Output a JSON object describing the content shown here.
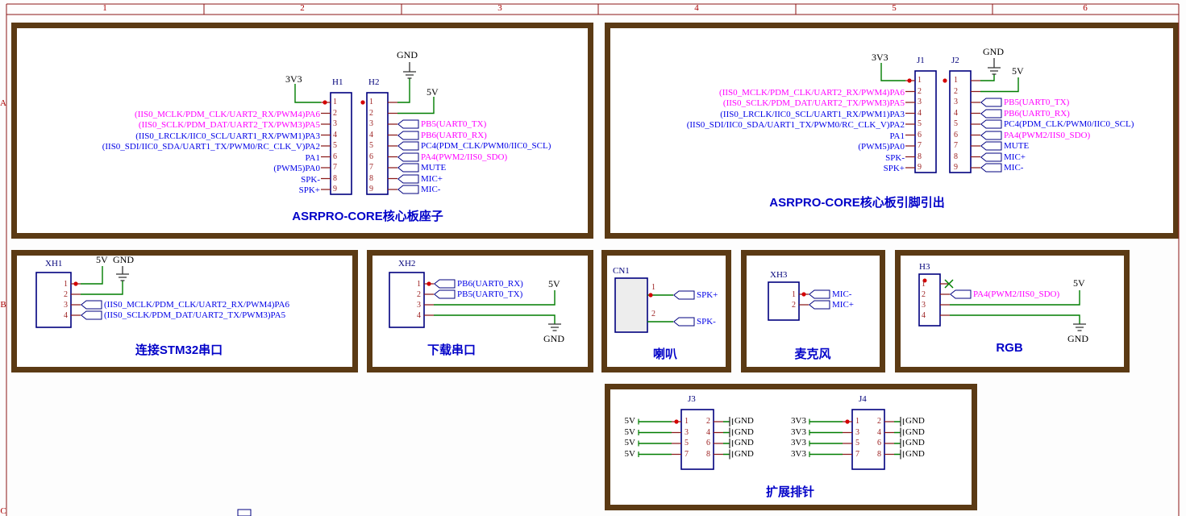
{
  "sheet": {
    "columns": [
      "1",
      "2",
      "3",
      "4",
      "5",
      "6"
    ],
    "rows": [
      "A",
      "B",
      "C"
    ]
  },
  "colors": {
    "wire_green": "#008000",
    "net_magenta": "#ff00ff",
    "net_blue": "#0000e6",
    "box_border": "#5b3a14",
    "frame_maroon": "#8a1515",
    "title_blue": "#0202c8",
    "pin_number_red": "#9c1f1f"
  },
  "sections": {
    "socket": {
      "title": "ASRPRO-CORE核心板座子",
      "h1": {
        "ref": "H1",
        "pins": [
          "1",
          "2",
          "3",
          "4",
          "5",
          "6",
          "7",
          "8",
          "9"
        ]
      },
      "h2": {
        "ref": "H2",
        "pins": [
          "1",
          "2",
          "3",
          "4",
          "5",
          "6",
          "7",
          "8",
          "9"
        ]
      },
      "power": {
        "v33": "3V3",
        "gnd": "GND",
        "v5": "5V"
      },
      "left_nets": [
        {
          "text": "(IIS0_MCLK/PDM_CLK/UART2_RX/PWM4)PA6",
          "class": "mag"
        },
        {
          "text": "(IIS0_SCLK/PDM_DAT/UART2_TX/PWM3)PA5",
          "class": "mag"
        },
        {
          "text": "(IIS0_LRCLK/IIC0_SCL/UART1_RX/PWM1)PA3",
          "class": "blu"
        },
        {
          "text": "(IIS0_SDI/IIC0_SDA/UART1_TX/PWM0/RC_CLK_V)PA2",
          "class": "blu"
        },
        {
          "text": "PA1",
          "class": "blu"
        },
        {
          "text": "(PWM5)PA0",
          "class": "blu"
        },
        {
          "text": "SPK-",
          "class": "blu"
        },
        {
          "text": "SPK+",
          "class": "blu"
        }
      ],
      "right_ports": [
        {
          "text": "PB5(UART0_TX)",
          "class": "mag"
        },
        {
          "text": "PB6(UART0_RX)",
          "class": "mag"
        },
        {
          "text": "PC4(PDM_CLK/PWM0/IIC0_SCL)",
          "class": "blu"
        },
        {
          "text": "PA4(PWM2/IIS0_SDO)",
          "class": "mag"
        },
        {
          "text": "MUTE",
          "class": "blu"
        },
        {
          "text": "MIC+",
          "class": "blu"
        },
        {
          "text": "MIC-",
          "class": "blu"
        }
      ]
    },
    "breakout": {
      "title": "ASRPRO-CORE核心板引脚引出",
      "j1": {
        "ref": "J1",
        "pins": [
          "1",
          "2",
          "3",
          "4",
          "5",
          "6",
          "7",
          "8",
          "9"
        ]
      },
      "j2": {
        "ref": "J2",
        "pins": [
          "1",
          "2",
          "3",
          "4",
          "5",
          "6",
          "7",
          "8",
          "9"
        ]
      },
      "power": {
        "v33": "3V3",
        "gnd": "GND",
        "v5": "5V"
      },
      "left_nets": [
        {
          "text": "(IIS0_MCLK/PDM_CLK/UART2_RX/PWM4)PA6",
          "class": "mag"
        },
        {
          "text": "(IIS0_SCLK/PDM_DAT/UART2_TX/PWM3)PA5",
          "class": "mag"
        },
        {
          "text": "(IIS0_LRCLK/IIC0_SCL/UART1_RX/PWM1)PA3",
          "class": "blu"
        },
        {
          "text": "(IIS0_SDI/IIC0_SDA/UART1_TX/PWM0/RC_CLK_V)PA2",
          "class": "blu"
        },
        {
          "text": "PA1",
          "class": "blu"
        },
        {
          "text": "(PWM5)PA0",
          "class": "blu"
        },
        {
          "text": "SPK-",
          "class": "blu"
        },
        {
          "text": "SPK+",
          "class": "blu"
        }
      ],
      "right_ports": [
        {
          "text": "PB5(UART0_TX)",
          "class": "mag"
        },
        {
          "text": "PB6(UART0_RX)",
          "class": "mag"
        },
        {
          "text": "PC4(PDM_CLK/PWM0/IIC0_SCL)",
          "class": "blu"
        },
        {
          "text": "PA4(PWM2/IIS0_SDO)",
          "class": "mag"
        },
        {
          "text": "MUTE",
          "class": "blu"
        },
        {
          "text": "MIC+",
          "class": "blu"
        },
        {
          "text": "MIC-",
          "class": "blu"
        }
      ]
    },
    "stm32": {
      "title": "连接STM32串口",
      "conn": {
        "ref": "XH1",
        "pins": [
          "1",
          "2",
          "3",
          "4"
        ]
      },
      "power": {
        "v5": "5V",
        "gnd": "GND"
      },
      "ports": [
        {
          "text": "(IIS0_MCLK/PDM_CLK/UART2_RX/PWM4)PA6",
          "class": "blu"
        },
        {
          "text": "(IIS0_SCLK/PDM_DAT/UART2_TX/PWM3)PA5",
          "class": "blu"
        }
      ]
    },
    "download": {
      "title": "下载串口",
      "conn": {
        "ref": "XH2",
        "pins": [
          "1",
          "2",
          "3",
          "4"
        ]
      },
      "power": {
        "v5": "5V",
        "gnd": "GND"
      },
      "ports": [
        {
          "text": "PB6(UART0_RX)",
          "class": "blu"
        },
        {
          "text": "PB5(UART0_TX)",
          "class": "blu"
        }
      ]
    },
    "speaker": {
      "title": "喇叭",
      "conn": {
        "ref": "CN1",
        "pins": [
          "1",
          "2"
        ]
      },
      "ports": [
        {
          "text": "SPK+",
          "class": "blu"
        },
        {
          "text": "SPK-",
          "class": "blu"
        }
      ]
    },
    "mic": {
      "title": "麦克风",
      "conn": {
        "ref": "XH3",
        "pins": [
          "1",
          "2"
        ]
      },
      "ports": [
        {
          "text": "MIC-",
          "class": "blu"
        },
        {
          "text": "MIC+",
          "class": "blu"
        }
      ]
    },
    "rgb": {
      "title": "RGB",
      "conn": {
        "ref": "H3",
        "pins": [
          "1",
          "2",
          "3",
          "4"
        ]
      },
      "power": {
        "v5": "5V",
        "gnd": "GND"
      },
      "ports": [
        {
          "text": "PA4(PWM2/IIS0_SDO)",
          "class": "mag"
        }
      ]
    },
    "expansion": {
      "title": "扩展排针",
      "j3": {
        "ref": "J3",
        "left_pins": [
          "1",
          "3",
          "5",
          "7"
        ],
        "right_pins": [
          "2",
          "4",
          "6",
          "8"
        ],
        "left_nets": [
          "5V",
          "5V",
          "5V",
          "5V"
        ],
        "right_nets": [
          "GND",
          "GND",
          "GND",
          "GND"
        ]
      },
      "j4": {
        "ref": "J4",
        "left_pins": [
          "1",
          "3",
          "5",
          "7"
        ],
        "right_pins": [
          "2",
          "4",
          "6",
          "8"
        ],
        "left_nets": [
          "3V3",
          "3V3",
          "3V3",
          "3V3"
        ],
        "right_nets": [
          "GND",
          "GND",
          "GND",
          "GND"
        ]
      }
    }
  }
}
